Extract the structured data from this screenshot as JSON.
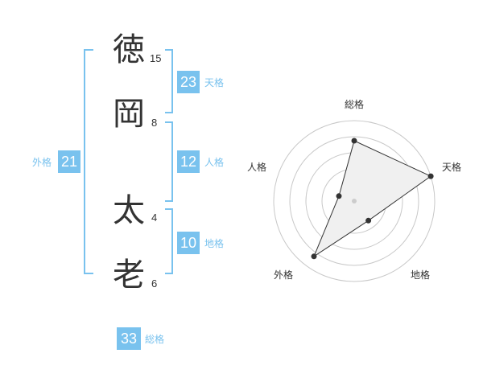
{
  "name": {
    "characters": [
      {
        "char": "徳",
        "strokes": "15"
      },
      {
        "char": "岡",
        "strokes": "8"
      },
      {
        "char": "太",
        "strokes": "4"
      },
      {
        "char": "老",
        "strokes": "6"
      }
    ]
  },
  "scores": {
    "tenkaku": {
      "value": "23",
      "label": "天格"
    },
    "jinkaku": {
      "value": "12",
      "label": "人格"
    },
    "chikaku": {
      "value": "10",
      "label": "地格"
    },
    "gaikaku": {
      "value": "21",
      "label": "外格"
    },
    "soukaku": {
      "value": "33",
      "label": "総格"
    }
  },
  "chart_data": {
    "type": "radar",
    "axes": [
      "総格",
      "天格",
      "地格",
      "外格",
      "人格"
    ],
    "series": [
      {
        "values": [
          0.75,
          1.0,
          0.3,
          0.85,
          0.2
        ]
      }
    ],
    "rings": 5,
    "range": [
      0,
      1
    ]
  },
  "colors": {
    "accent": "#79c2ee",
    "text": "#333333",
    "grid": "#c8c8c8",
    "fill": "#f0f0f0"
  }
}
